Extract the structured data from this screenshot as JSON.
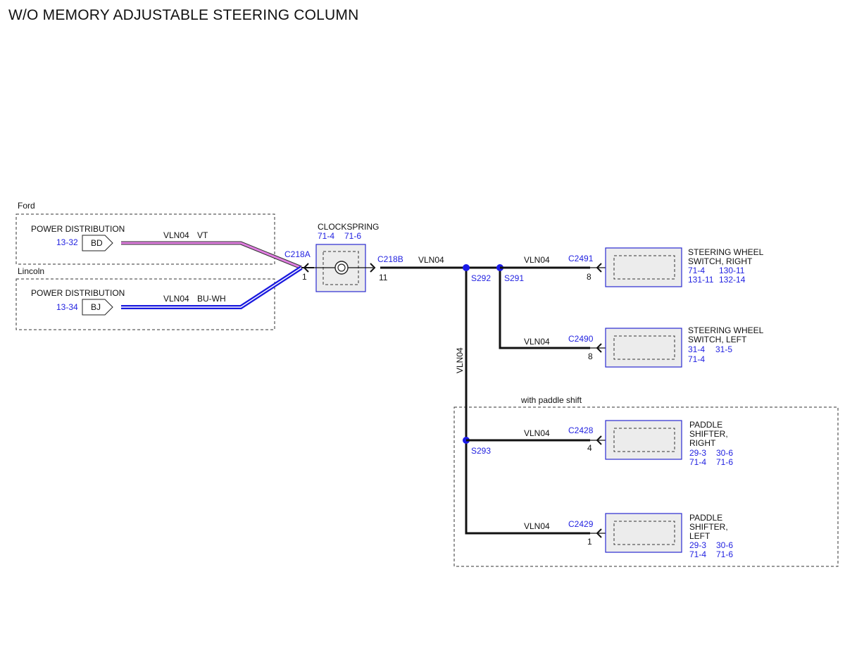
{
  "title": "W/O MEMORY ADJUSTABLE STEERING COLUMN",
  "colors": {
    "wire": "#111111",
    "wire_vt": "#e07ee0",
    "wire_bu": "#1a1adf",
    "reference": "#1f1fe0",
    "component_border": "#2a2ad0",
    "component_fill": "#ececec",
    "splice": "#1a1ae8"
  },
  "regions": {
    "ford": "Ford",
    "lincoln": "Lincoln",
    "paddle": "with paddle shift"
  },
  "power_ford": {
    "name": "POWER DISTRIBUTION",
    "ref": "13-32",
    "pin": "BD",
    "circuit": "VLN04",
    "color": "VT"
  },
  "power_lincoln": {
    "name": "POWER DISTRIBUTION",
    "ref": "13-34",
    "pin": "BJ",
    "circuit": "VLN04",
    "color": "BU-WH"
  },
  "clockspring": {
    "name": "CLOCKSPRING",
    "refs": [
      "71-4",
      "71-6"
    ],
    "connector_in": "C218A",
    "pin_in": "1",
    "connector_out": "C218B",
    "pin_out": "11"
  },
  "main_circuit": "VLN04",
  "vertical_circuit": "VLN04",
  "splices": [
    "S292",
    "S291",
    "S293"
  ],
  "components": [
    {
      "connector": "C2491",
      "pin": "8",
      "circuit": "VLN04",
      "name_lines": [
        "STEERING WHEEL",
        "SWITCH, RIGHT"
      ],
      "refs": [
        [
          "71-4",
          "130-11"
        ],
        [
          "131-11",
          "132-14"
        ]
      ]
    },
    {
      "connector": "C2490",
      "pin": "8",
      "circuit": "VLN04",
      "name_lines": [
        "STEERING WHEEL",
        "SWITCH, LEFT"
      ],
      "refs": [
        [
          "31-4",
          "31-5"
        ],
        [
          "71-4",
          ""
        ]
      ]
    },
    {
      "connector": "C2428",
      "pin": "4",
      "circuit": "VLN04",
      "name_lines": [
        "PADDLE",
        "SHIFTER,",
        "RIGHT"
      ],
      "refs": [
        [
          "29-3",
          "30-6"
        ],
        [
          "71-4",
          "71-6"
        ]
      ]
    },
    {
      "connector": "C2429",
      "pin": "1",
      "circuit": "VLN04",
      "name_lines": [
        "PADDLE",
        "SHIFTER,",
        "LEFT"
      ],
      "refs": [
        [
          "29-3",
          "30-6"
        ],
        [
          "71-4",
          "71-6"
        ]
      ]
    }
  ]
}
